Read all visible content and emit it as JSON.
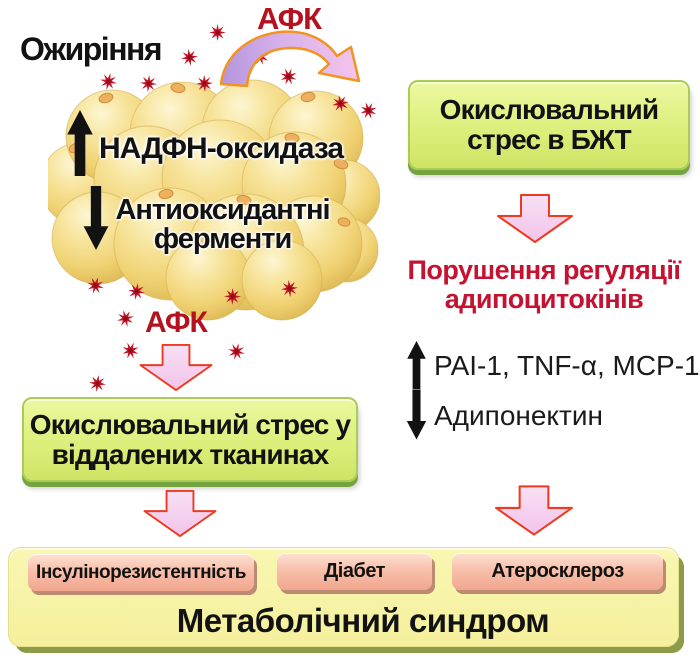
{
  "top": {
    "obesity_label": "Ожиріння",
    "ros_label": "АФК"
  },
  "cell_cluster": {
    "nadph_label": "НАДФН-оксидаза",
    "antioxidant_line1": "Антиоксидантні",
    "antioxidant_line2": "ферменти"
  },
  "left_branch": {
    "ros_label": "АФК",
    "stress_box_line1": "Окислювальний стрес у",
    "stress_box_line2": "віддалених тканинах"
  },
  "right_branch": {
    "stress_box_line1": "Окислювальний",
    "stress_box_line2": "стрес в БЖТ",
    "dysregulation_line1": "Порушення регуляції",
    "dysregulation_line2": "адипоцитокінів",
    "increased_item": "PAI-1, TNF-α, MCP-1",
    "decreased_item": "Адипонектин"
  },
  "bottom": {
    "outcomes": [
      "Інсулінорезистентність",
      "Діабет",
      "Атеросклероз"
    ],
    "syndrome_label": "Метаболічний синдром"
  },
  "colors": {
    "accent_red": "#b5121f",
    "star_red": "#c41226",
    "green_box": "#dcef7b",
    "green_shadow": "#74a440",
    "pink_arrow_fill": "#f6d4f0",
    "pink_arrow_outline": "#ee3a20",
    "salmon_box": "#f5b49d",
    "yellow_box": "#f6f2a0",
    "cell_gold": "#f0d273"
  }
}
